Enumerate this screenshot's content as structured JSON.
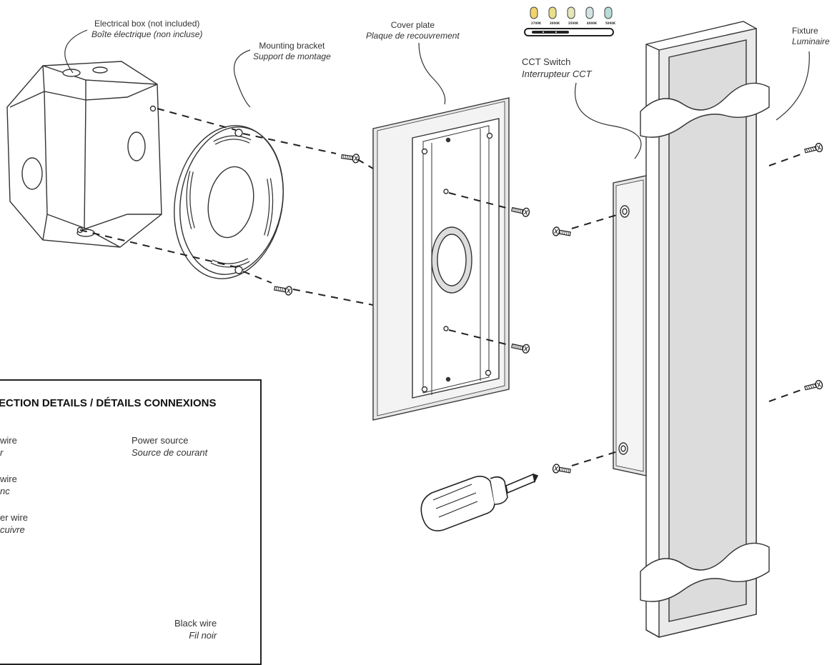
{
  "labels": {
    "electrical_box": {
      "en": "Electrical box (not included)",
      "fr": "Boîte électrique (non incluse)"
    },
    "mounting_bracket": {
      "en": "Mounting bracket",
      "fr": "Support de montage"
    },
    "cover_plate": {
      "en": "Cover plate",
      "fr": "Plaque de recouvrement"
    },
    "cct_switch": {
      "en": "CCT Switch",
      "fr": "Interrupteur CCT"
    },
    "fixture": {
      "en": "Fixture",
      "fr": "Luminaire"
    }
  },
  "cct_temps": [
    "2700K",
    "3000K",
    "3500K",
    "4000K",
    "5000K"
  ],
  "cct_colors": [
    "#f2d36b",
    "#e9df8a",
    "#e7e6b8",
    "#d3e3e1",
    "#b8dcd6"
  ],
  "connection": {
    "title": "ECTION DETAILS / DÉTAILS CONNEXIONS",
    "power_source": {
      "en": "Power source",
      "fr": "Source de courant"
    },
    "wire1": {
      "en": "wire",
      "fr": "r"
    },
    "wire2": {
      "en": "wire",
      "fr": "nc"
    },
    "wire3": {
      "en": "er wire",
      "fr": "cuivre"
    },
    "black_wire": {
      "en": "Black wire",
      "fr": "Fil noir"
    }
  }
}
